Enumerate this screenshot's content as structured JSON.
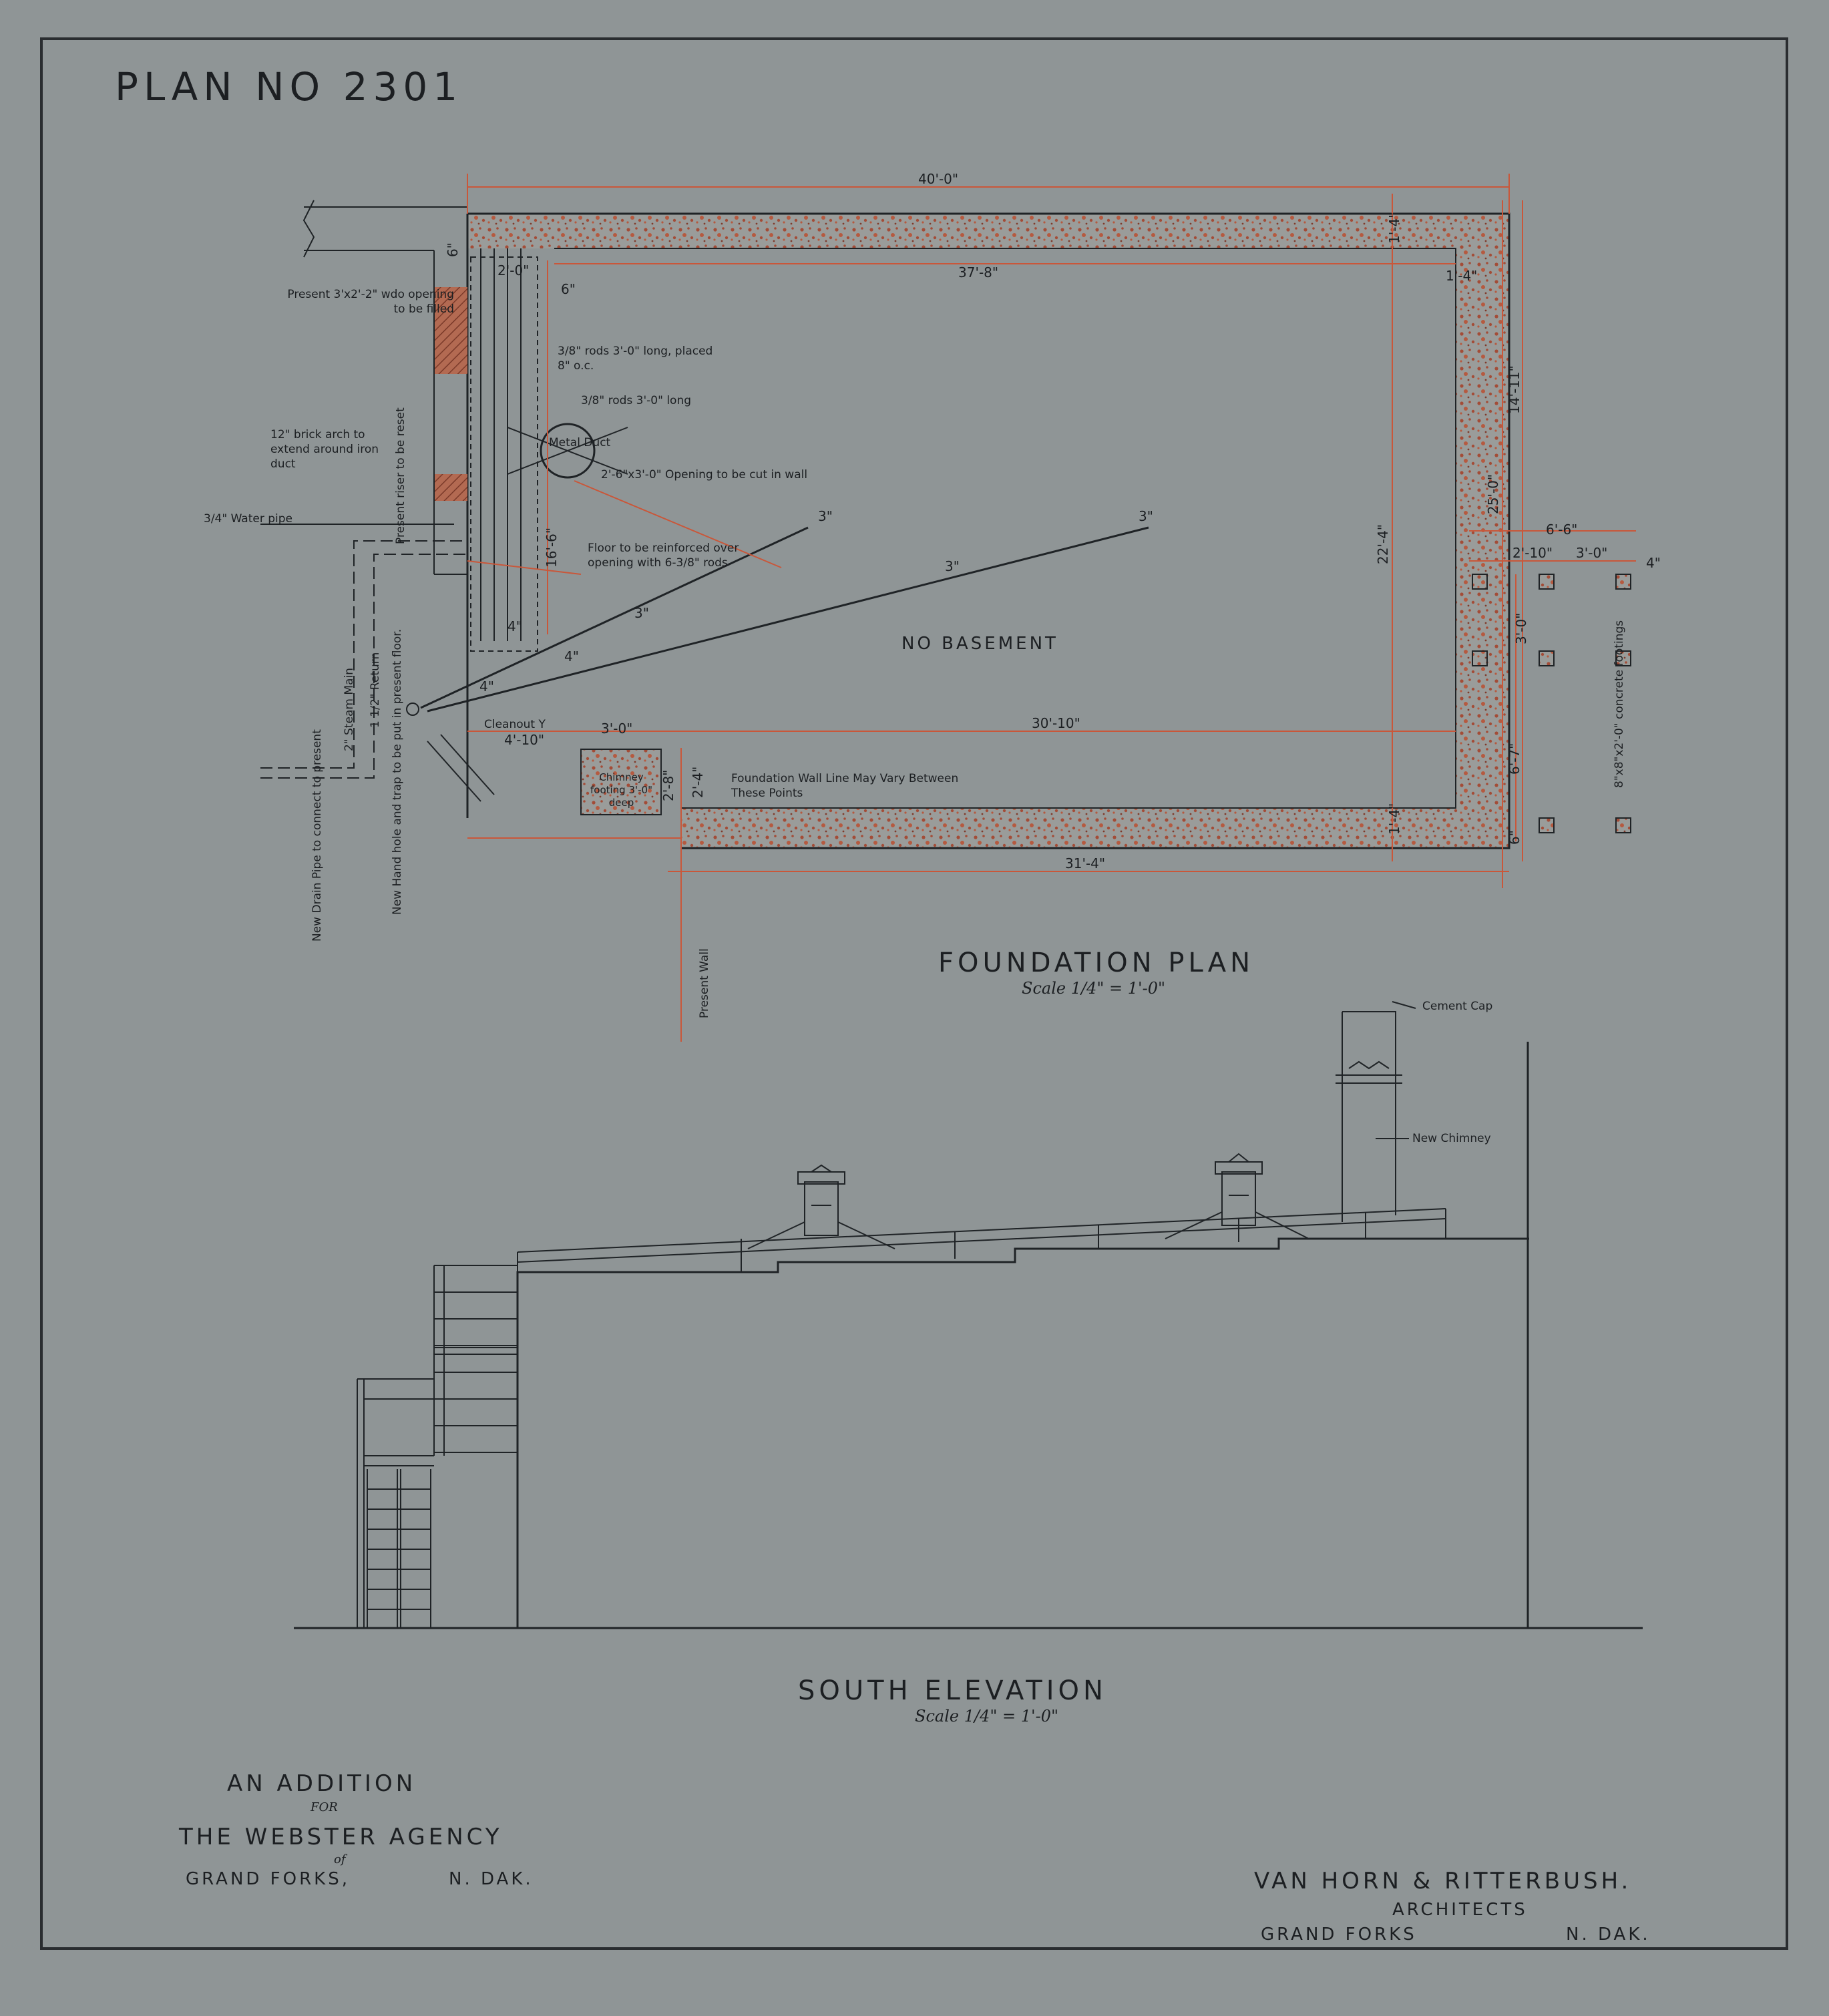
{
  "plan_number": "PLAN NO 2301",
  "foundation_plan": {
    "title": "FOUNDATION PLAN",
    "scale": "Scale 1/4\" = 1'-0\"",
    "center_label": "NO BASEMENT",
    "dimensions": {
      "overall_width": "40'-0\"",
      "inner_width": "37'-8\"",
      "inner_bottom_width": "30'-10\"",
      "bottom_overall": "31'-4\"",
      "height_inner": "22'-4\"",
      "height_total": "25'-0\"",
      "height_upper": "14'-11\"",
      "height_lower": "6'-7\"",
      "wall_thickness_top": "1'-4\"",
      "wall_thickness_right": "1'-4\"",
      "wall_thickness_bottom": "1'-4\"",
      "chimney_offset": "3'-0\"",
      "chimney_left": "4'-10\"",
      "chimney_depth_a": "2'-4\"",
      "chimney_depth_b": "2'-8\"",
      "left_duct": "16'-6\"",
      "left_small": "2'-0\"",
      "six_in_a": "6\"",
      "six_in_b": "6\"",
      "four_in": "4\"",
      "four_in_b": "4\"",
      "footings_width": "6'-6\"",
      "footings_a": "2'-10\"",
      "footings_b": "3'-0\"",
      "footings_c": "3'-0\"",
      "footings_d": "4\"",
      "footings_e": "6\"",
      "pipe_3a": "3\"",
      "pipe_3b": "3\"",
      "pipe_3c": "3\"",
      "pipe_3d": "3\"",
      "pipe_4": "4\""
    },
    "notes": {
      "present_opening": "Present 3'x2'-2\" wdo opening to be filled",
      "rods_a": "3/8\" rods 3'-0\" long, placed 8\" o.c.",
      "rods_b": "3/8\" rods 3'-0\" long",
      "brick_arch": "12\" brick arch to extend around iron duct",
      "metal_duct": "Metal Duct",
      "opening_cut": "2'-6\"x3'-0\" Opening to be cut in wall",
      "water_pipe": "3/4\" Water pipe",
      "present_riser": "Present riser to be reset",
      "floor_reinforced": "Floor to be reinforced over opening with 6-3/8\" rods",
      "steam_main": "2\" Steam Main",
      "return": "1 1/2\" Return",
      "cleanout": "Cleanout Y",
      "drain_pipe": "New Drain Pipe to connect to present",
      "hand_hole": "New Hand hole and trap to be put in present floor.",
      "present_wall": "Present Wall",
      "chimney_footing": "Chimney footing 3'-0\" deep",
      "foundation_line": "Foundation Wall Line May Vary Between These Points",
      "concrete_footings": "8\"x8\"x2'-0\" concrete footings"
    }
  },
  "south_elevation": {
    "title": "SOUTH ELEVATION",
    "scale": "Scale 1/4\" = 1'-0\"",
    "cement_cap": "Cement Cap",
    "new_chimney": "New Chimney"
  },
  "title_block": {
    "line1": "AN ADDITION",
    "line2": "FOR",
    "line3": "THE WEBSTER AGENCY",
    "line4": "of",
    "city": "GRAND FORKS,",
    "state": "N. DAK."
  },
  "architect_block": {
    "firm": "VAN HORN & RITTERBUSH.",
    "role": "ARCHITECTS",
    "city": "GRAND FORKS",
    "state": "N. DAK."
  },
  "colors": {
    "paper": "#8f9596",
    "ink": "#1f2326",
    "red": "#c9573a"
  }
}
